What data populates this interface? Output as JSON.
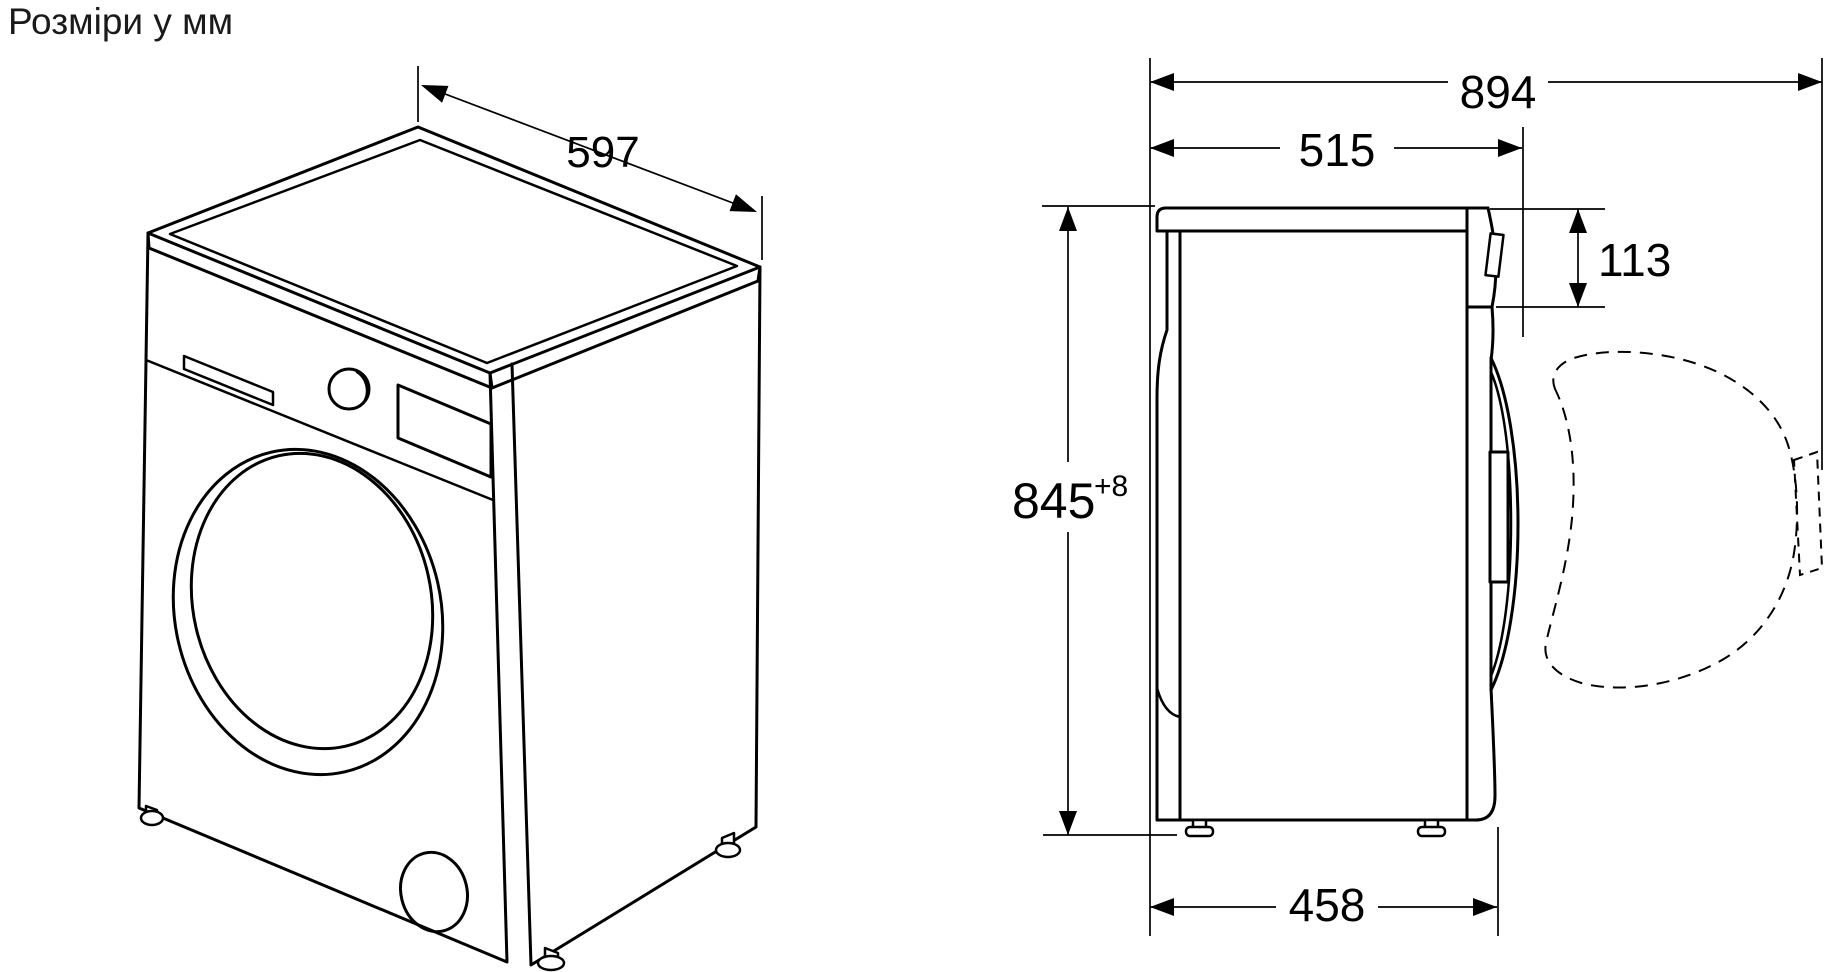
{
  "title": "Розміри у мм",
  "colors": {
    "line": "#000000",
    "background": "#ffffff"
  },
  "isometric_view": {
    "top_width": "597"
  },
  "side_view": {
    "overall_depth_with_door": "894",
    "body_depth": "515",
    "control_panel_height": "113",
    "height": "845",
    "height_tolerance": "+8",
    "base_depth": "458"
  }
}
